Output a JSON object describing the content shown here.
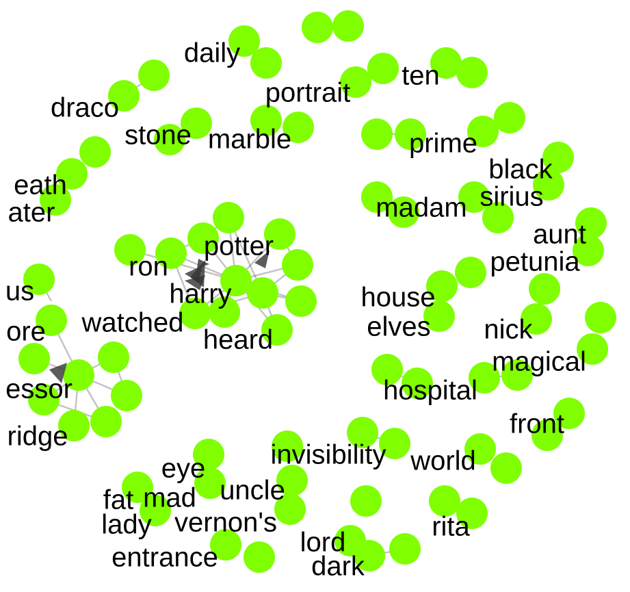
{
  "colors": {
    "node_fill": "#7FFF00",
    "label_text": "#000000",
    "edge": "#555555",
    "background": "#FFFFFF"
  },
  "labels": {
    "draco": "draco",
    "daily": "daily",
    "portrait": "portrait",
    "ten": "ten",
    "stone": "stone",
    "marble": "marble",
    "prime": "prime",
    "black": "black",
    "death": "eath",
    "eater": "ater",
    "sirius": "sirius",
    "madam": "madam",
    "aunt": "aunt",
    "petunia": "petunia",
    "potter": "potter",
    "ron": "ron",
    "harry": "harry",
    "house": "house",
    "elves": "elves",
    "albus": "us",
    "dumbledore": "ore",
    "watched": "watched",
    "heard": "heard",
    "nick": "nick",
    "magical": "magical",
    "professor": "essor",
    "hospital": "hospital",
    "umbridge": "ridge",
    "front": "front",
    "invisibility": "invisibility",
    "world": "world",
    "eye": "eye",
    "uncle": "uncle",
    "mad": "mad",
    "fat": "fat",
    "lady": "lady",
    "vernons": "vernon's",
    "rita": "rita",
    "lord": "lord",
    "entrance": "entrance",
    "dark": "dark"
  }
}
